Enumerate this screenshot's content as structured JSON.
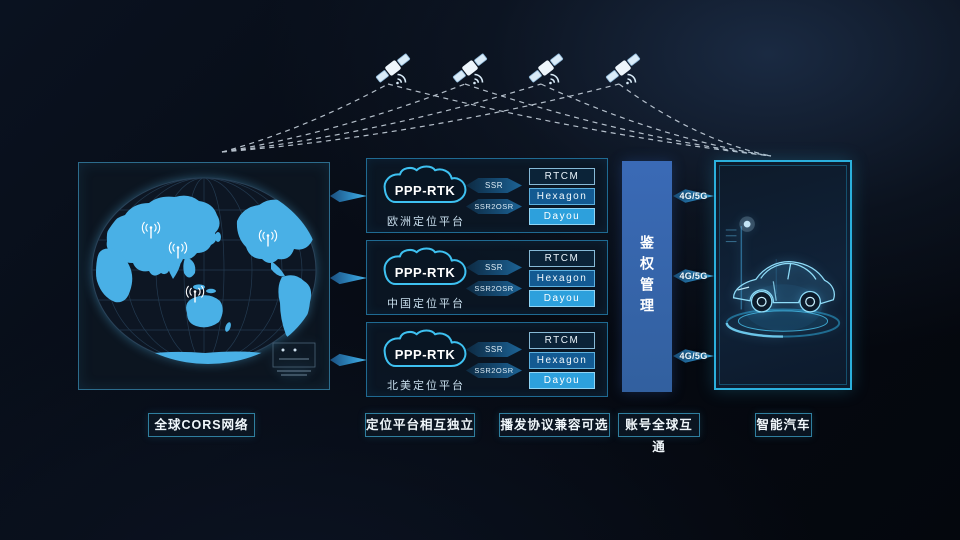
{
  "scene": {
    "background": "#070b12",
    "accent": "#35b6ea",
    "colors": {
      "map_land": "#49b0e6",
      "panel_border": "#2bb0dd",
      "auth_bar": "#3464ab",
      "rtcm_bg": "#0b2338",
      "hexagon_bg": "#135a92",
      "dayou_bg": "#2da0dc"
    }
  },
  "satellites": {
    "icon": "satellite-icon",
    "count": 4
  },
  "map_panel": {
    "station_icon": "antenna-icon",
    "station_count": 4
  },
  "platforms": [
    {
      "cloud": "PPP-RTK",
      "name": "欧洲定位平台",
      "inputs": [
        "SSR",
        "SSR2OSR"
      ],
      "outputs": [
        "RTCM",
        "Hexagon",
        "Dayou"
      ]
    },
    {
      "cloud": "PPP-RTK",
      "name": "中国定位平台",
      "inputs": [
        "SSR",
        "SSR2OSR"
      ],
      "outputs": [
        "RTCM",
        "Hexagon",
        "Dayou"
      ]
    },
    {
      "cloud": "PPP-RTK",
      "name": "北美定位平台",
      "inputs": [
        "SSR",
        "SSR2OSR"
      ],
      "outputs": [
        "RTCM",
        "Hexagon",
        "Dayou"
      ]
    }
  ],
  "auth_bar": {
    "label": "鉴权管理"
  },
  "network_links": {
    "label": "4G/5G",
    "count": 3
  },
  "footer_labels": [
    "全球CORS网络",
    "定位平台相互独立",
    "播发协议兼容可选",
    "账号全球互通",
    "智能汽车"
  ]
}
